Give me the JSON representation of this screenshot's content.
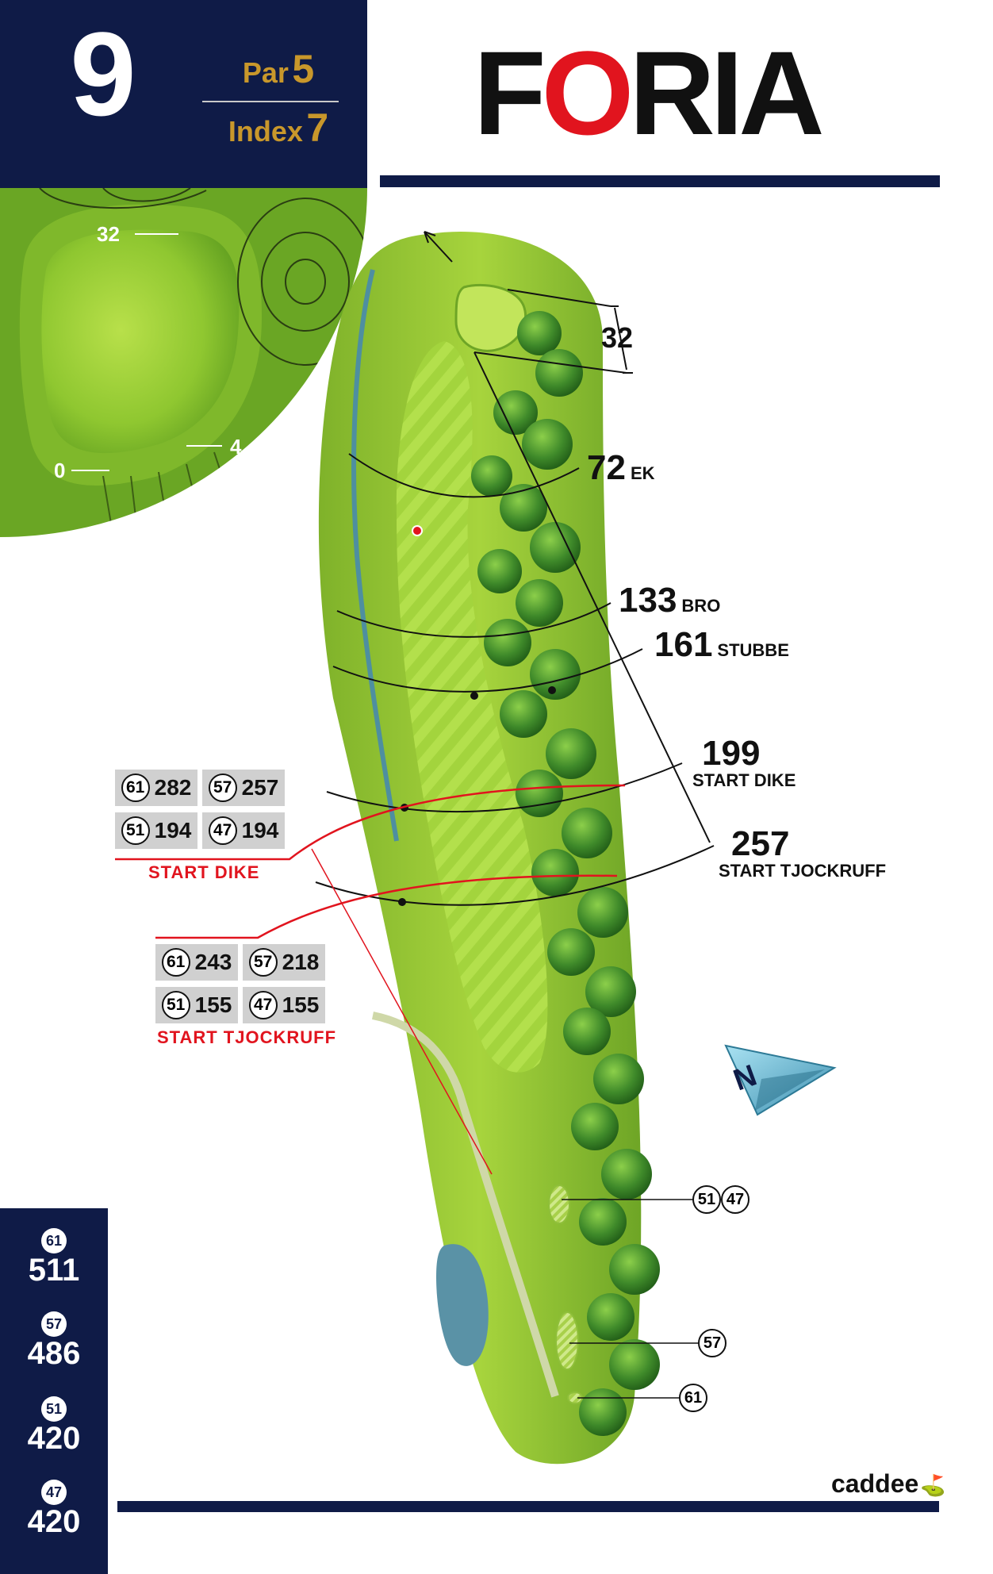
{
  "hole": {
    "number": "9",
    "par_label": "Par",
    "par_value": "5",
    "index_label": "Index",
    "index_value": "7"
  },
  "logo": {
    "first": "F",
    "accent": "O",
    "rest": "RIA"
  },
  "green_detail": {
    "labels": {
      "top": "32",
      "left": "0",
      "right": "4"
    }
  },
  "distances": [
    {
      "num": "72",
      "label": "EK"
    },
    {
      "num": "133",
      "label": "BRO"
    },
    {
      "num": "161",
      "label": "STUBBE"
    },
    {
      "num": "199",
      "label": "START DIKE"
    },
    {
      "num": "257",
      "label": "START TJOCKRUFF"
    }
  ],
  "green_depth": "32",
  "tee_tables": [
    {
      "label": "START DIKE",
      "cells": [
        {
          "tee": "61",
          "value": "282"
        },
        {
          "tee": "57",
          "value": "257"
        },
        {
          "tee": "51",
          "value": "194"
        },
        {
          "tee": "47",
          "value": "194"
        }
      ]
    },
    {
      "label": "START  TJOCKRUFF",
      "cells": [
        {
          "tee": "61",
          "value": "243"
        },
        {
          "tee": "57",
          "value": "218"
        },
        {
          "tee": "51",
          "value": "155"
        },
        {
          "tee": "47",
          "value": "155"
        }
      ]
    }
  ],
  "tee_markers": [
    {
      "tees": [
        "51",
        "47"
      ]
    },
    {
      "tees": [
        "57"
      ]
    },
    {
      "tees": [
        "61"
      ]
    }
  ],
  "compass": "N",
  "tee_lengths": [
    {
      "tee": "61",
      "length": "511"
    },
    {
      "tee": "57",
      "length": "486"
    },
    {
      "tee": "51",
      "length": "420"
    },
    {
      "tee": "47",
      "length": "420"
    }
  ],
  "brand": "caddee",
  "colors": {
    "navy": "#0f1b47",
    "gold": "#c8972b",
    "red": "#e1141e",
    "fairway": "#9fd43a",
    "trees": "#3f8a2a"
  }
}
